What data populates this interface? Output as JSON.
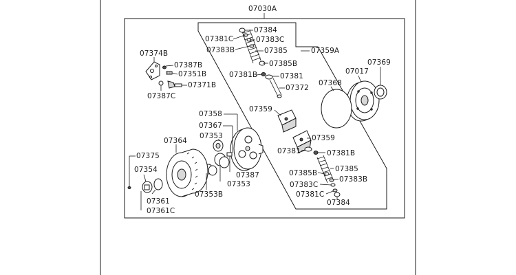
{
  "labels": {
    "l07030A": "07030A",
    "l07384a": "07384",
    "l07381Ca": "07381C",
    "l07383Ca": "07383C",
    "l07383Ba": "07383B",
    "l07385a": "07385",
    "l07359A": "07359A",
    "l07385Ba": "07385B",
    "l07381Ba": "07381B",
    "l07381a": "07381",
    "l07372": "07372",
    "l07374B": "07374B",
    "l07387B": "07387B",
    "l07351B": "07351B",
    "l07371B": "07371B",
    "l07387C": "07387C",
    "l07369": "07369",
    "l07017": "07017",
    "l07368": "07368",
    "l07359a": "07359",
    "l07359b": "07359",
    "l07381b": "07381",
    "l07381Bb": "07381B",
    "l07385b": "07385",
    "l07385Bb": "07385B",
    "l07383Bb": "07383B",
    "l07383Cb": "07383C",
    "l07381Cb": "07381C",
    "l07384b": "07384",
    "l07358": "07358",
    "l07367": "07367",
    "l07353a": "07353",
    "l07364": "07364",
    "l07375": "07375",
    "l07354": "07354",
    "l07387": "07387",
    "l07353b": "07353",
    "l07353B": "07353B",
    "l07361": "07361",
    "l07361C": "07361C"
  }
}
